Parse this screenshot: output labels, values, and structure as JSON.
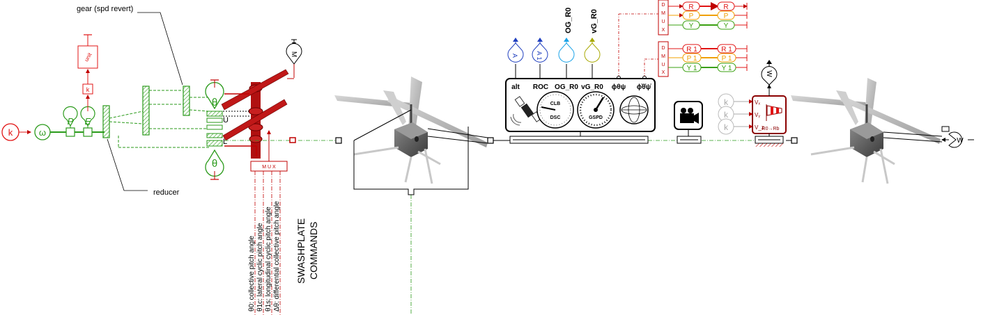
{
  "diagram": {
    "labels": {
      "gear": "gear (spd revert)",
      "reducer": "reducer",
      "swashplate_line1": "SWASHPLATE",
      "swashplate_line2": "COMMANDS"
    },
    "signals": {
      "k_left": "k",
      "omega": "ω",
      "p": "P",
      "e": "E",
      "k_gain": "k",
      "unit": "unit",
      "theta": "θ",
      "upper": "U",
      "lower": "L",
      "mux": "M U X",
      "m_port": "M",
      "w_top": "W",
      "w_right": "W"
    },
    "swashplate_commands": [
      "θ0: collective pitch angle",
      "θ1c: lateral cyclic pitch angle",
      "θ1s: longitudinal cyclic pitch angle",
      "Δθ: differential collective pitch angle"
    ],
    "outputs": [
      {
        "label": "A",
        "color": "#1f3fbf"
      },
      {
        "label": "A 1",
        "color": "#1f3fbf"
      },
      {
        "label": "OG_R0",
        "color": "#1aa3e8"
      },
      {
        "label": "vG_R0",
        "color": "#a8a800"
      }
    ],
    "panel": {
      "columns": [
        "alt",
        "ROC",
        "OG_R0",
        "vG_R0",
        "ϕθψ",
        "ϕ̇θ̇ψ̇"
      ],
      "gauge1_top": "CLB",
      "gauge1_bottom": "DSC",
      "gauge2": "GSPD"
    },
    "demux": {
      "letters": [
        "D",
        "M",
        "U",
        "X"
      ],
      "group1": [
        "R",
        "P",
        "Y"
      ],
      "group2": [
        "R 1",
        "P 1",
        "Y 1"
      ],
      "colors": [
        "#e11414",
        "#f0a000",
        "#3aa010"
      ]
    },
    "wind": {
      "k_labels": [
        "k",
        "k",
        "k"
      ],
      "inputs": [
        "Vₓ",
        "Vᵧ",
        "V_z"
      ],
      "transform": "R0→Rb"
    }
  }
}
